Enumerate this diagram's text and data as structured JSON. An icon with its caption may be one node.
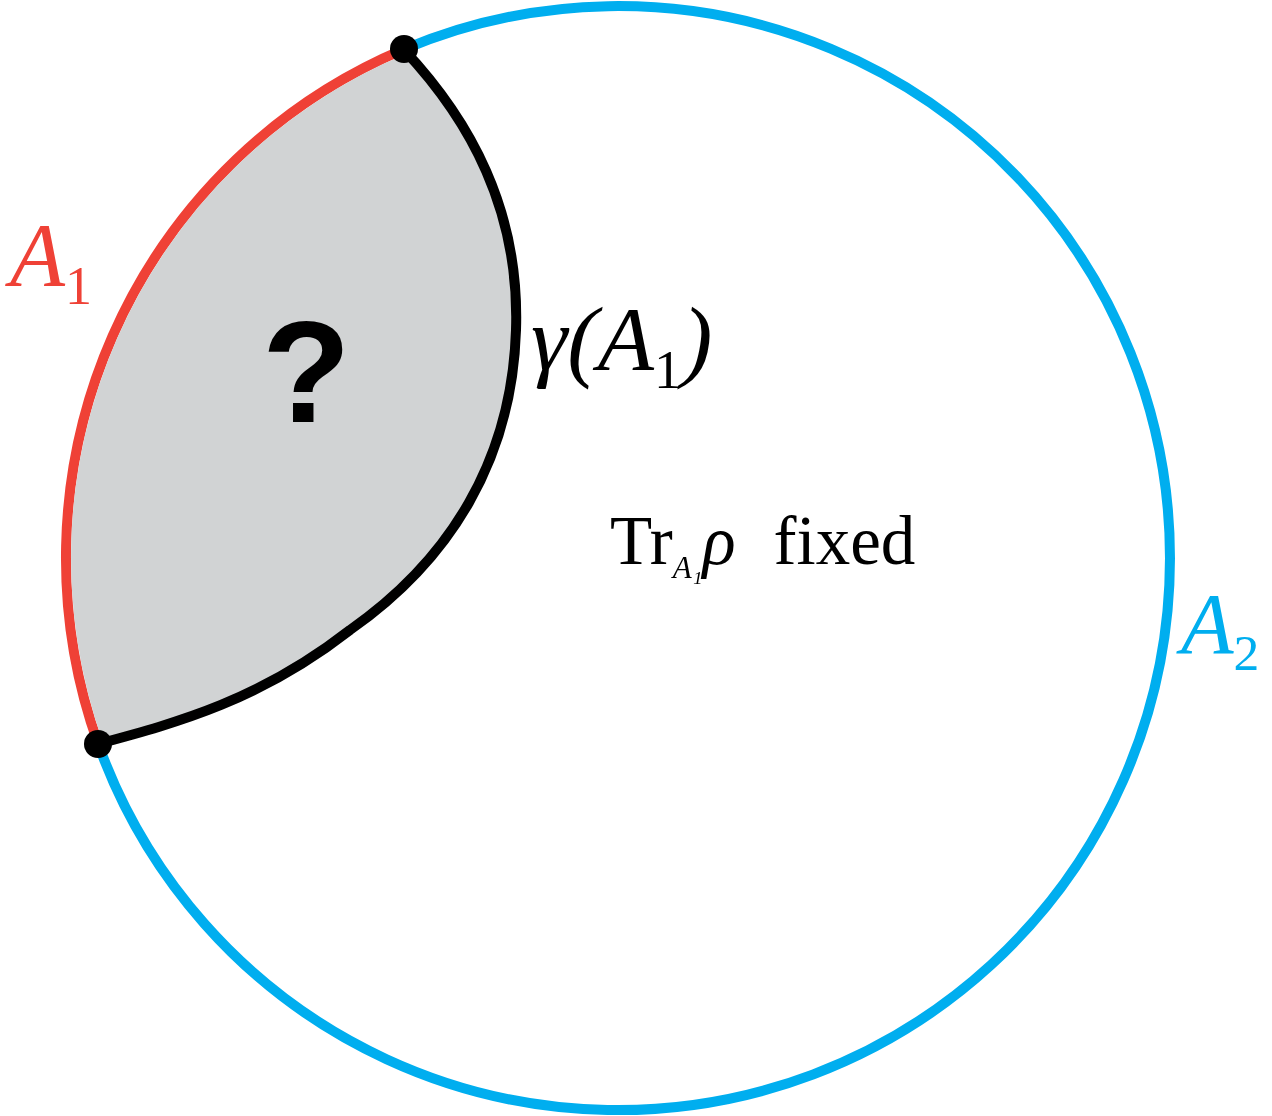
{
  "diagram": {
    "nodes": [
      {
        "text": [
          "Tr$_{A₁}$*ρ* fixed"
        ]
      },
      {
        "text": [
          "?"
        ],
        "in": 0,
        "beside": [
          "γ(A$_{1}$)"
        ]
      }
    ],
    "labels": [
      "A$_{1}$",
      "A$_{2}$"
    ]
  }
}
